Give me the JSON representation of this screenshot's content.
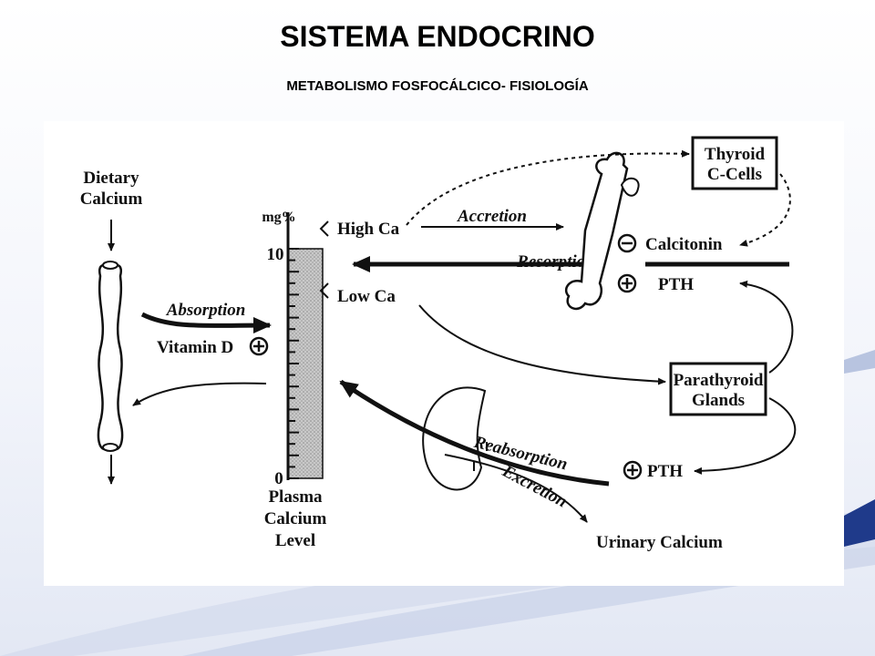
{
  "slide": {
    "title": "SISTEMA ENDOCRINO",
    "subtitle": "METABOLISMO FOSFOCÁLCICO- FISIOLOGÍA"
  },
  "diagram": {
    "dietary_calcium": [
      "Dietary",
      "Calcium"
    ],
    "absorption": "Absorption",
    "vitamin_d": "Vitamin D",
    "scale_unit": "mg%",
    "scale_max": "10",
    "scale_min": "0",
    "plasma_level": [
      "Plasma",
      "Calcium",
      "Level"
    ],
    "high_ca": "High Ca",
    "low_ca": "Low Ca",
    "accretion": "Accretion",
    "resorption": "Resorption",
    "thyroid": [
      "Thyroid",
      "C-Cells"
    ],
    "calcitonin": "Calcitonin",
    "pth": "PTH",
    "parathyroid": [
      "Parathyroid",
      "Glands"
    ],
    "reabsorption": "Reabsorption",
    "excretion": "Excretion",
    "urinary_calcium": "Urinary Calcium",
    "minus_symbol": "−",
    "plus_symbol": "+"
  }
}
